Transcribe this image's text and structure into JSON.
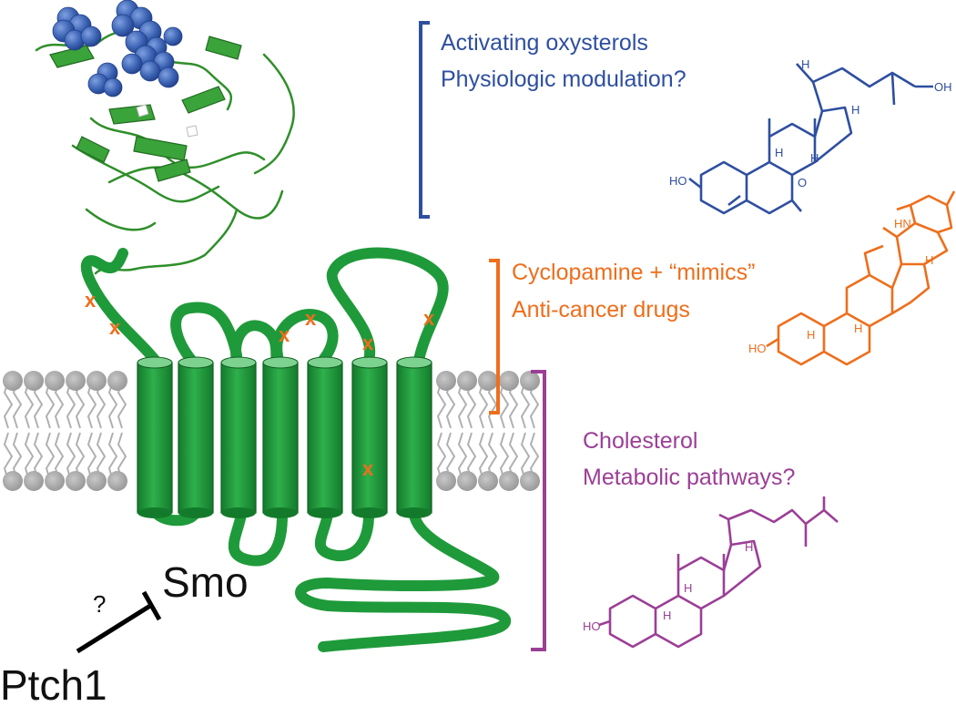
{
  "colors": {
    "blue": "#2e4fa0",
    "orange": "#ee6e1c",
    "purple": "#9b3f96",
    "green": "#1f9a3a",
    "green_dark": "#137a2b",
    "membrane_gray": "#a9a9a9",
    "sphere_blue": "#3c64b4"
  },
  "groups": {
    "oxysterol": {
      "line1": "Activating oxysterols",
      "line2": "Physiologic modulation?",
      "atoms": {
        "h1": "H",
        "h2": "H",
        "h3": "H",
        "h4": "H",
        "oh_top": "OH",
        "ho": "HO",
        "o": "O"
      }
    },
    "cyclopamine": {
      "line1": "Cyclopamine + “mimics”",
      "line2": "Anti-cancer drugs",
      "atoms": {
        "hn": "HN",
        "h1": "H",
        "h2": "H",
        "h3": "H",
        "ho": "HO"
      }
    },
    "cholesterol": {
      "line1": "Cholesterol",
      "line2": "Metabolic pathways?",
      "atoms": {
        "h1": "H",
        "h2": "H",
        "h3": "H",
        "ho": "HO"
      }
    }
  },
  "protein": {
    "label": "Smo"
  },
  "regulator": {
    "label": "Ptch1",
    "question": "?"
  },
  "sites": {
    "mark": "x"
  }
}
